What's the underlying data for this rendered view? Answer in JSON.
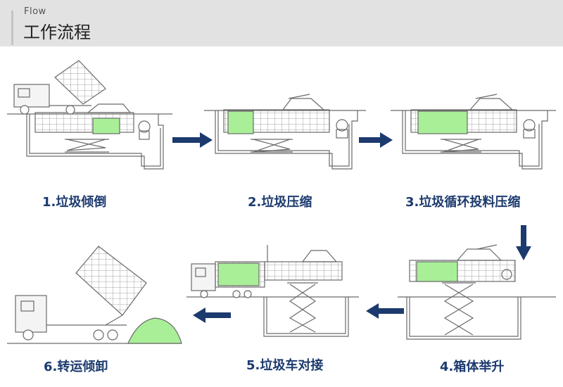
{
  "header": {
    "subtitle": "Flow",
    "title": "工作流程"
  },
  "steps": [
    {
      "label": "1.垃圾倾倒"
    },
    {
      "label": "2.垃圾压缩"
    },
    {
      "label": "3.垃圾循环投料压缩"
    },
    {
      "label": "4.箱体举升"
    },
    {
      "label": "5.垃圾车对接"
    },
    {
      "label": "6.转运倾卸"
    }
  ],
  "colors": {
    "accent_green": "#a9ef98",
    "arrow_navy": "#1c3a6e",
    "line_gray": "#6a6a6a"
  }
}
